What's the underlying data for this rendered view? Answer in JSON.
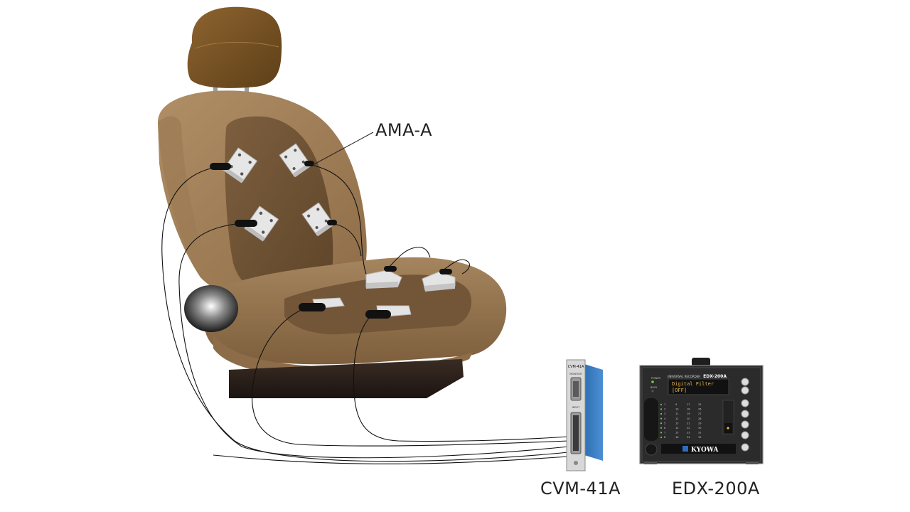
{
  "labels": {
    "sensor": "AMA-A",
    "conditioner": "CVM-41A",
    "recorder": "EDX-200A"
  },
  "cvm_panel": {
    "model": "CVM-41A",
    "monitor": "MONITOR",
    "input": "INPUT"
  },
  "edx_panel": {
    "header_small": "UNIVERSAL RECORDER",
    "model": "EDX-200A",
    "display_line1": "Digital Filter",
    "display_line2": "[OFF]",
    "brand": "KYOWA",
    "power": "POWER",
    "busy": "BUSY",
    "channels": [
      [
        "1",
        "9",
        "17",
        "25"
      ],
      [
        "2",
        "10",
        "18",
        "26"
      ],
      [
        "3",
        "11",
        "19",
        "27"
      ],
      [
        "4",
        "12",
        "20",
        "28"
      ],
      [
        "5",
        "13",
        "21",
        "29"
      ],
      [
        "6",
        "14",
        "22",
        "30"
      ],
      [
        "7",
        "15",
        "23",
        "31"
      ],
      [
        "8",
        "16",
        "24",
        "32"
      ]
    ]
  },
  "colors": {
    "seat_light": "#a8875f",
    "seat_mid": "#8a6a44",
    "seat_dark": "#5e4429",
    "headrest": "#7a5424",
    "base": "#2a1f1a",
    "cvm_blue": "#3b7fc4",
    "edx_body": "#2b2b2b",
    "display_text": "#e8b84a"
  }
}
